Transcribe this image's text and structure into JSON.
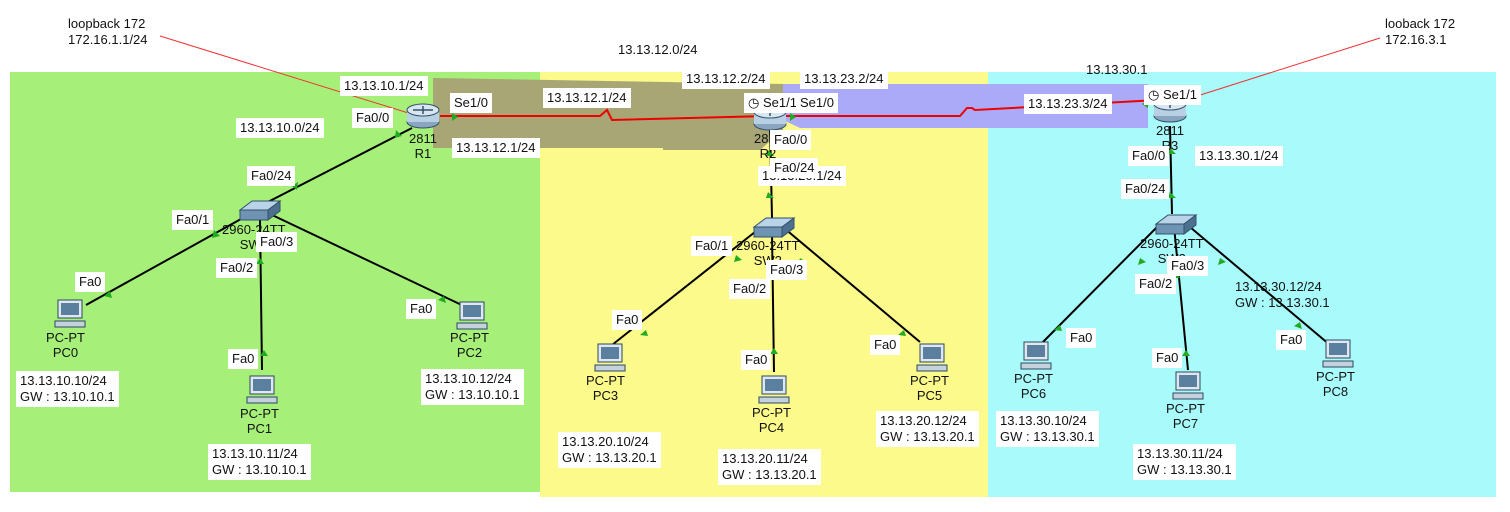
{
  "zones": [
    {
      "name": "zone-r1-lan",
      "color": "#a6f07a"
    },
    {
      "name": "zone-r2-lan",
      "color": "#fbfa8a"
    },
    {
      "name": "zone-r3-lan",
      "color": "#a9fbfb"
    },
    {
      "name": "zone-r1-r2-serial",
      "color": "#a8a675"
    },
    {
      "name": "zone-r2-r3-serial",
      "color": "#aaaaf8"
    }
  ],
  "notes": {
    "loopback_r1": {
      "title": "loopback 172",
      "ip": "172.16.1.1/24"
    },
    "loopback_r3": {
      "title": "looback 172",
      "ip": "172.16.3.1"
    }
  },
  "links": {
    "r1_r2_net": "13.13.12.0/24",
    "r1_r2_r1_ip": "13.13.12.1/24",
    "r1_r2_r1_ip_dup": "13.13.12.1/24",
    "r1_r2_r2_ip": "13.13.12.2/24",
    "r2_r3_r2_ip": "13.13.23.2/24",
    "r2_r3_r3_ip": "13.13.23.3/24",
    "r1_lan_gw": "13.13.10.1/24",
    "r1_lan_net": "13.13.10.0/24",
    "r2_lan_gw": "13.13.20.1/24",
    "r3_lan_gw": "13.13.30.1/24",
    "r3_top": "13.13.30.1"
  },
  "devices": {
    "r1": {
      "model": "2811",
      "name": "R1"
    },
    "r2": {
      "model": "2811",
      "name": "R2"
    },
    "r3": {
      "model": "2811",
      "name": "R3"
    },
    "sw1": {
      "model": "2960-24TT",
      "name": "SW1"
    },
    "sw2": {
      "model": "2960-24TT",
      "name": "SW2"
    },
    "sw3": {
      "model": "2960-24TT",
      "name": "SW3"
    },
    "pcs": [
      {
        "type": "PC-PT",
        "name": "PC0",
        "ip": "13.13.10.10/24",
        "gw": "GW : 13.10.10.1"
      },
      {
        "type": "PC-PT",
        "name": "PC1",
        "ip": "13.13.10.11/24",
        "gw": "GW : 13.10.10.1"
      },
      {
        "type": "PC-PT",
        "name": "PC2",
        "ip": "13.13.10.12/24",
        "gw": "GW : 13.10.10.1"
      },
      {
        "type": "PC-PT",
        "name": "PC3",
        "ip": "13.13.20.10/24",
        "gw": "GW : 13.13.20.1"
      },
      {
        "type": "PC-PT",
        "name": "PC4",
        "ip": "13.13.20.11/24",
        "gw": "GW : 13.13.20.1"
      },
      {
        "type": "PC-PT",
        "name": "PC5",
        "ip": "13.13.20.12/24",
        "gw": "GW : 13.13.20.1"
      },
      {
        "type": "PC-PT",
        "name": "PC6",
        "ip": "13.13.30.10/24",
        "gw": "GW : 13.13.30.1"
      },
      {
        "type": "PC-PT",
        "name": "PC7",
        "ip": "13.13.30.11/24",
        "gw": "GW : 13.13.30.1"
      },
      {
        "type": "PC-PT",
        "name": "PC8",
        "ip": "13.13.30.12/24",
        "gw": "GW : 13.13.30.1"
      }
    ]
  },
  "ports": {
    "se1_0": "Se1/0",
    "se1_1": "Se1/1",
    "fa0_0": "Fa0/0",
    "fa0_24": "Fa0/24",
    "fa0_1": "Fa0/1",
    "fa0_2": "Fa0/2",
    "fa0_3": "Fa0/3",
    "fa0": "Fa0"
  }
}
